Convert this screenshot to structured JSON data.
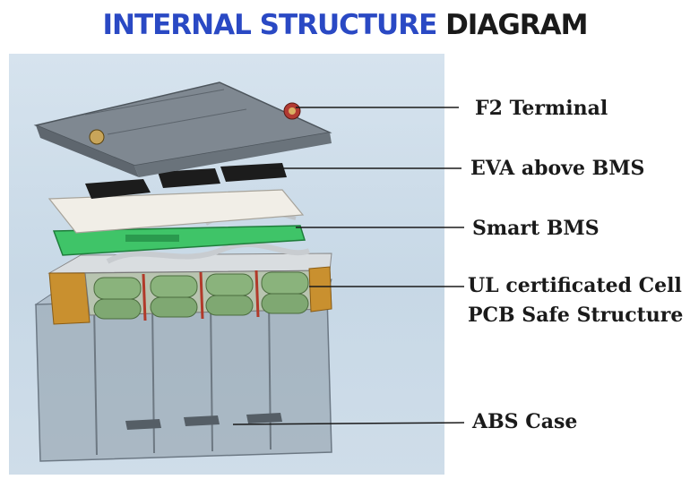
{
  "title": {
    "part1": "INTERNAL STRUCTURE",
    "part2": "DIAGRAM"
  },
  "labels": {
    "terminal": "F2 Terminal",
    "eva": "EVA above BMS",
    "bms": "Smart BMS",
    "cell": "UL certificated Cell",
    "pcb": "PCB Safe Structure",
    "case": "ABS Case"
  },
  "colors": {
    "title_blue": "#2a49c4",
    "bms_green": "#3fc468",
    "cell_green": "#8ab37c"
  }
}
